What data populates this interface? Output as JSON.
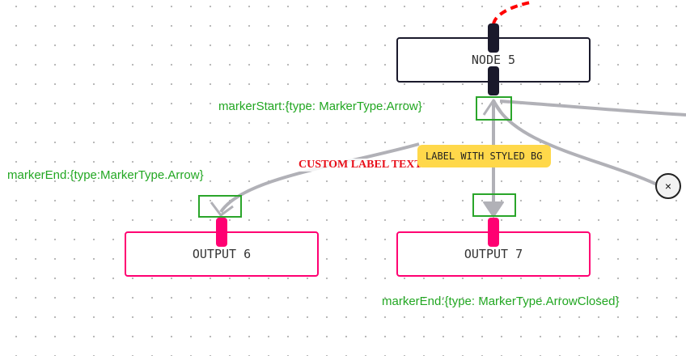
{
  "nodes": {
    "node5": {
      "label": "NODE 5"
    },
    "output6": {
      "label": "OUTPUT 6"
    },
    "output7": {
      "label": "OUTPUT 7"
    }
  },
  "edge_labels": {
    "custom": "CUSTOM LABEL TEXT",
    "styled": "LABEL WITH STYLED BG"
  },
  "annotations": {
    "marker_start": "markerStart:{type: MarkerType.Arrow}",
    "marker_end_arrow": "markerEnd:{type:MarkerType.Arrow}",
    "marker_end_closed": "markerEnd:{type: MarkerType.ArrowClosed}"
  },
  "controls": {
    "close_glyph": "×"
  },
  "colors": {
    "default_node_border": "#1a192b",
    "output_node_border": "#ff0072",
    "edge": "#b1b1b7",
    "animated_edge": "#ff0000",
    "annotation": "#22a722",
    "custom_label": "#e8101a",
    "styled_label_bg": "#ffd84a"
  }
}
